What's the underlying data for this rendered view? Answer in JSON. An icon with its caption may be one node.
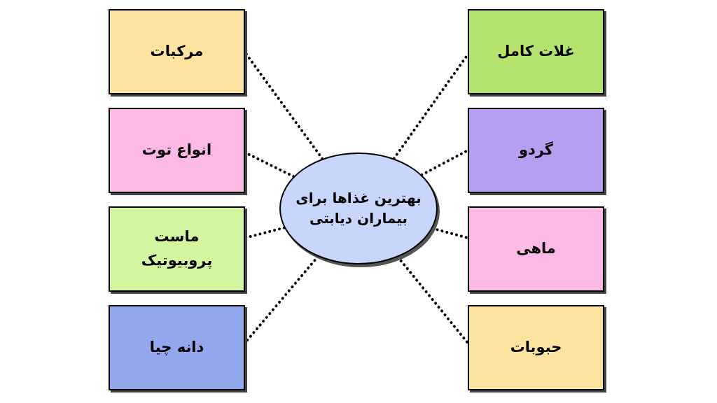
{
  "diagram": {
    "nodes": [
      {
        "text": [
          "بهترین غذاها برای بیماران دیابتی"
        ]
      },
      {
        "text": [
          "غلات کامل"
        ]
      },
      {
        "text": [
          "گردو"
        ]
      },
      {
        "text": [
          "ماهی"
        ]
      },
      {
        "text": [
          "حبوبات"
        ]
      },
      {
        "text": [
          "مرکبات"
        ]
      },
      {
        "text": [
          "انواع توت"
        ]
      },
      {
        "text": [
          "ماست پروبیوتیک"
        ]
      },
      {
        "text": [
          "دانه چیا"
        ]
      }
    ],
    "edges": [
      {
        "from": 0,
        "to": 1,
        "arrow": "none"
      },
      {
        "from": 0,
        "to": 2,
        "arrow": "none"
      },
      {
        "from": 0,
        "to": 3,
        "arrow": "none"
      },
      {
        "from": 0,
        "to": 4,
        "arrow": "none"
      },
      {
        "from": 0,
        "to": 5,
        "arrow": "none"
      },
      {
        "from": 0,
        "to": 6,
        "arrow": "none"
      },
      {
        "from": 0,
        "to": 7,
        "arrow": "none"
      },
      {
        "from": 0,
        "to": 8,
        "arrow": "none"
      }
    ]
  }
}
